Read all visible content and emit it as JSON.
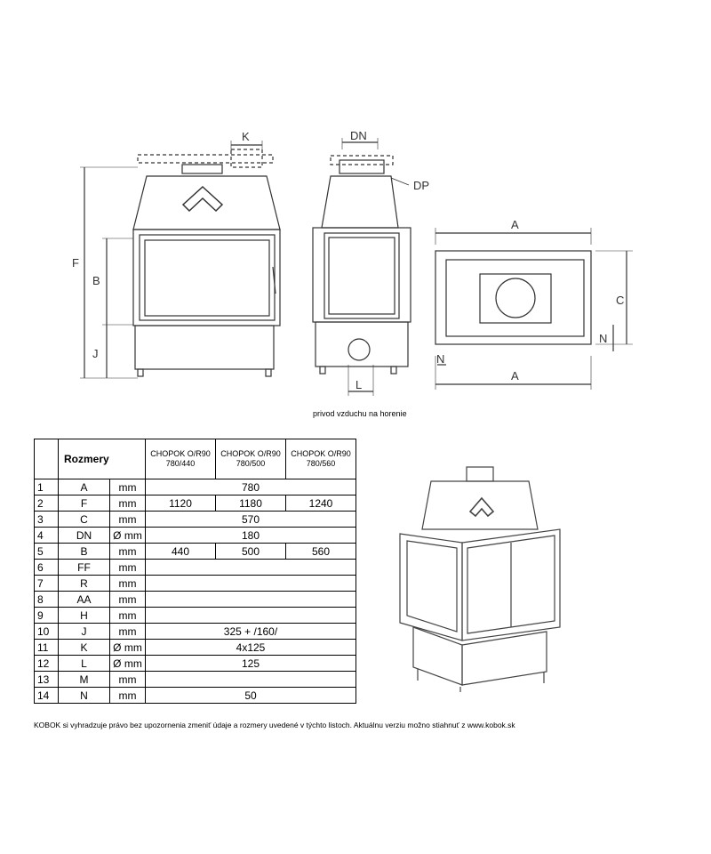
{
  "drawing_labels": {
    "k": "K",
    "dn": "DN",
    "dp": "DP",
    "f": "F",
    "b": "B",
    "j": "J",
    "l": "L",
    "a_top": "A",
    "a_bottom": "A",
    "c": "C",
    "n_right": "N",
    "n_bottom": "N"
  },
  "caption": "privod vzduchu na horenie",
  "table": {
    "title": "Rozmery",
    "columns": [
      "CHOPOK O/R90",
      "CHOPOK O/R90",
      "CHOPOK O/R90"
    ],
    "subcolumns": [
      "780/440",
      "780/500",
      "780/560"
    ],
    "rows": [
      {
        "n": "1",
        "sym": "A",
        "unit": "mm",
        "vals": [
          "780"
        ]
      },
      {
        "n": "2",
        "sym": "F",
        "unit": "mm",
        "vals": [
          "1120",
          "1180",
          "1240"
        ]
      },
      {
        "n": "3",
        "sym": "C",
        "unit": "mm",
        "vals": [
          "570"
        ]
      },
      {
        "n": "4",
        "sym": "DN",
        "unit": "Ø mm",
        "vals": [
          "180"
        ]
      },
      {
        "n": "5",
        "sym": "B",
        "unit": "mm",
        "vals": [
          "440",
          "500",
          "560"
        ]
      },
      {
        "n": "6",
        "sym": "FF",
        "unit": "mm",
        "vals": [
          ""
        ]
      },
      {
        "n": "7",
        "sym": "R",
        "unit": "mm",
        "vals": [
          ""
        ]
      },
      {
        "n": "8",
        "sym": "AA",
        "unit": "mm",
        "vals": [
          ""
        ]
      },
      {
        "n": "9",
        "sym": "H",
        "unit": "mm",
        "vals": [
          ""
        ]
      },
      {
        "n": "10",
        "sym": "J",
        "unit": "mm",
        "vals": [
          "325 + /160/"
        ]
      },
      {
        "n": "11",
        "sym": "K",
        "unit": "Ø mm",
        "vals": [
          "4x125"
        ]
      },
      {
        "n": "12",
        "sym": "L",
        "unit": "Ø mm",
        "vals": [
          "125"
        ]
      },
      {
        "n": "13",
        "sym": "M",
        "unit": "mm",
        "vals": [
          ""
        ]
      },
      {
        "n": "14",
        "sym": "N",
        "unit": "mm",
        "vals": [
          "50"
        ]
      }
    ]
  },
  "footer": "KOBOK si vyhradzuje právo bez upozornenia zmeniť údaje a rozmery uvedené v týchto listoch. Aktuálnu verziu možno stiahnuť z www.kobok.sk"
}
